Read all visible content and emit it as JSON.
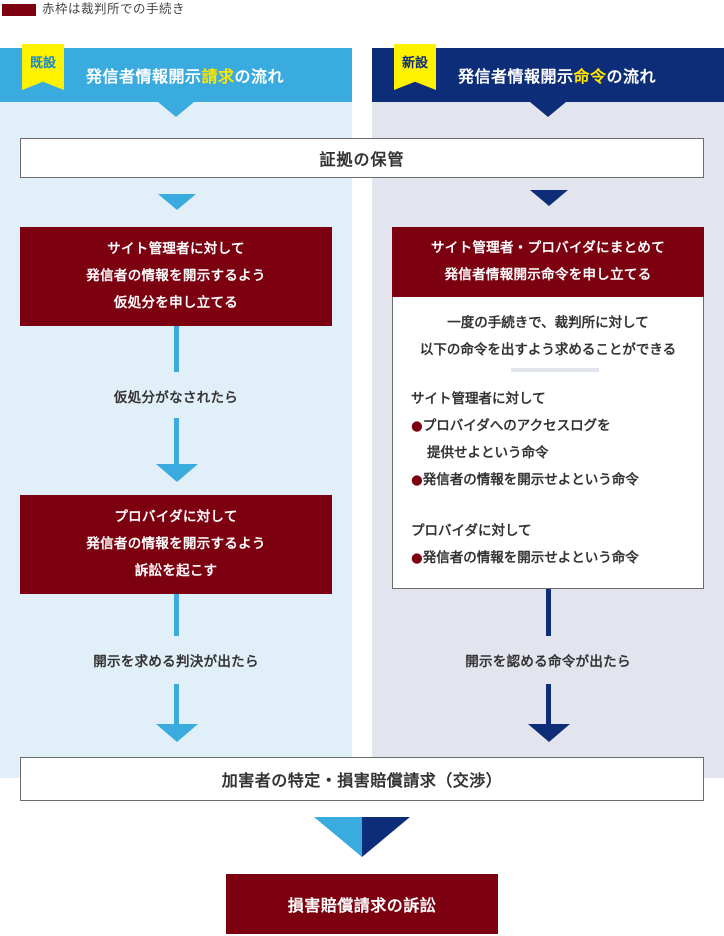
{
  "legend": {
    "text": "赤枠は裁判所での手続き",
    "color": "#7d0010"
  },
  "left": {
    "badge": "既設",
    "title_prefix": "発信者情報開示",
    "title_highlight": "請求",
    "title_suffix": "の流れ",
    "color": "#3aabde",
    "step1": [
      "サイト管理者に対して",
      "発信者の情報を開示するよう",
      "仮処分を申し立てる"
    ],
    "condition1": "仮処分がなされたら",
    "step2": [
      "プロバイダに対して",
      "発信者の情報を開示するよう",
      "訴訟を起こす"
    ],
    "condition2": "開示を求める判決が出たら"
  },
  "right": {
    "badge": "新設",
    "title_prefix": "発信者情報開示",
    "title_highlight": "命令",
    "title_suffix": "の流れ",
    "color": "#0d2d78",
    "order_head": [
      "サイト管理者・プロバイダにまとめて",
      "発信者情報開示命令を申し立てる"
    ],
    "order_intro": [
      "一度の手続きで、裁判所に対して",
      "以下の命令を出すよう求めることができる"
    ],
    "group1_title": "サイト管理者に対して",
    "group1_items": [
      "プロバイダへのアクセスログを",
      "提供せよという命令",
      "発信者の情報を開示せよという命令"
    ],
    "group2_title": "プロバイダに対して",
    "group2_items": [
      "発信者の情報を開示せよという命令"
    ],
    "bullet": "●",
    "condition": "開示を認める命令が出たら"
  },
  "shared": {
    "evidence": "証拠の保管",
    "identification": "加害者の特定・損害賠償請求（交渉）",
    "lawsuit": "損害賠償請求の訴訟"
  }
}
